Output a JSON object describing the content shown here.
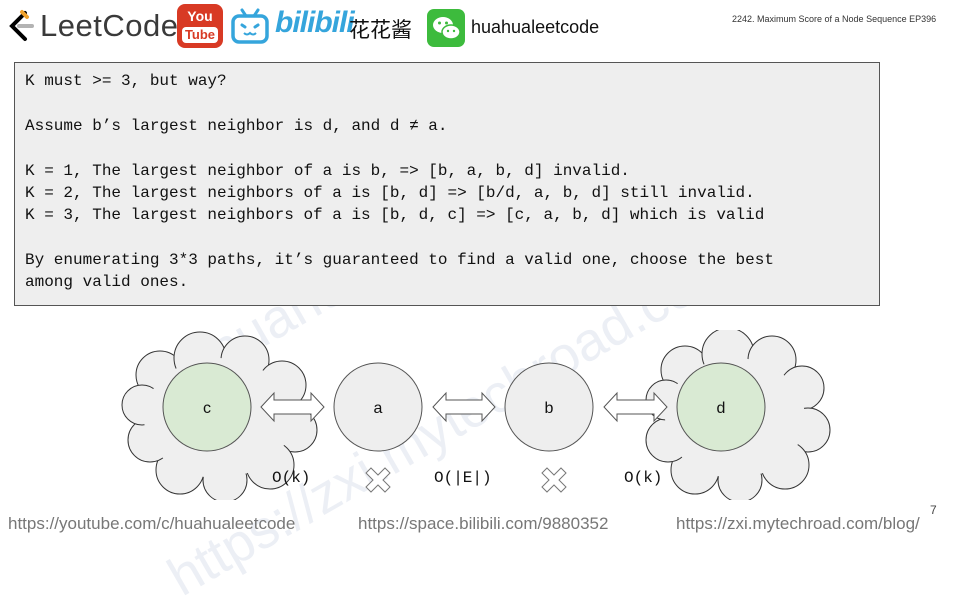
{
  "header": {
    "brand_text": "LeetCode",
    "youtube_you": "You",
    "youtube_tube": "Tube",
    "bilibili_text": "bilibili",
    "bilibili_cn": "花花酱",
    "wechat_name": "huahualeetcode",
    "episode": "2242. Maximum Score of a Node Sequence EP396"
  },
  "content": {
    "lines": [
      "K must >= 3, but way?",
      "",
      "Assume b’s largest neighbor is d, and d ≠ a.",
      "",
      "K = 1, The largest neighbor of a is b, => [b, a, b, d] invalid.",
      "K = 2, The largest neighbors of a is [b, d] => [b/d, a, b, d] still invalid.",
      "K = 3, The largest neighbors of a is [b, d, c] => [c, a, b, d] which is valid",
      "",
      "By enumerating 3*3 paths, it’s guaranteed to find a valid one, choose the best",
      "among valid ones."
    ]
  },
  "diagram": {
    "nodes": [
      {
        "label": "c",
        "fill": "#d9ead3",
        "cloud": true
      },
      {
        "label": "a",
        "fill": "#eeeeee",
        "cloud": false
      },
      {
        "label": "b",
        "fill": "#eeeeee",
        "cloud": false
      },
      {
        "label": "d",
        "fill": "#d9ead3",
        "cloud": true
      }
    ],
    "complexities": [
      "O(k)",
      "O(|E|)",
      "O(k)"
    ]
  },
  "watermark": {
    "line1": "huahua",
    "line2": "https://zxi.mytechroad.com"
  },
  "footer": {
    "youtube": "https://youtube.com/c/huahualeetcode",
    "bilibili": "https://space.bilibili.com/9880352",
    "blog": "https://zxi.mytechroad.com/blog/",
    "page": "7"
  }
}
